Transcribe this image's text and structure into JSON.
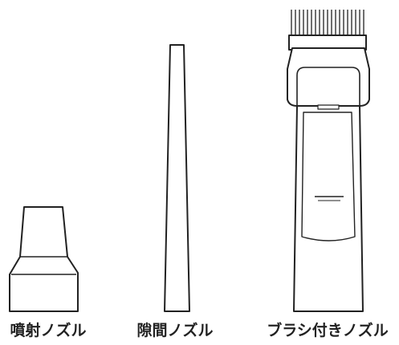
{
  "items": [
    {
      "label": "噴射ノズル"
    },
    {
      "label": "隙間ノズル"
    },
    {
      "label": "ブラシ付きノズル"
    }
  ],
  "colors": {
    "line": "#222222",
    "fill": "#ffffff",
    "bristle": "#4a4a4a"
  }
}
